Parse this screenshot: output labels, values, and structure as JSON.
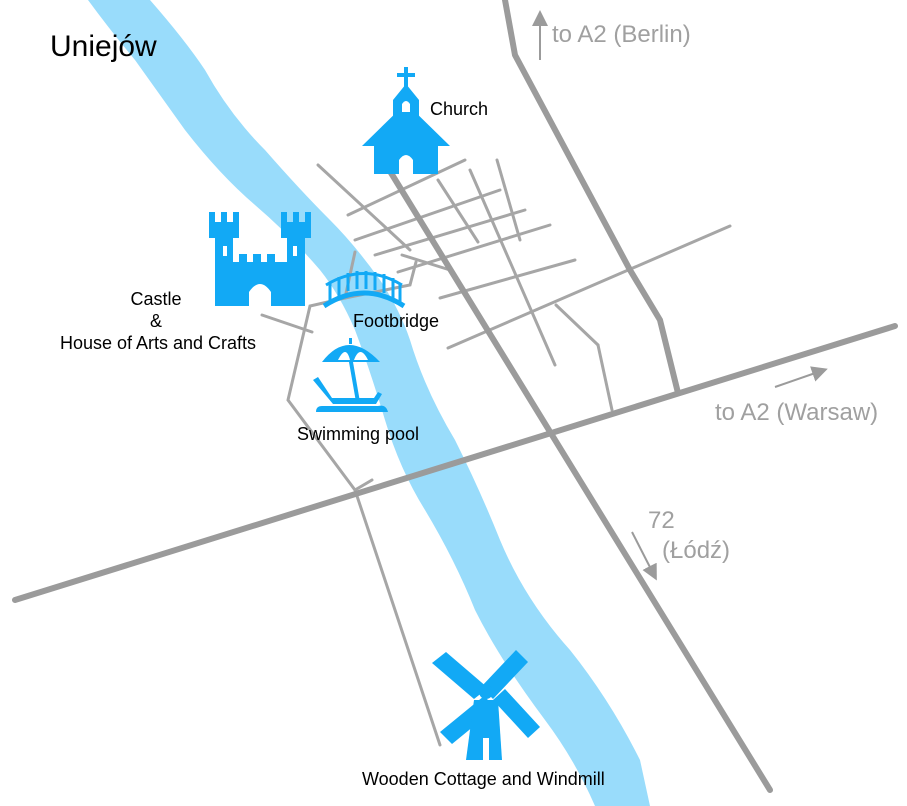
{
  "title": "Uniejów",
  "colors": {
    "river": "#99dcfb",
    "icon": "#12a9f5",
    "road": "#9b9b9b",
    "street": "#a6a6a6",
    "label": "#000000",
    "direction_label": "#a0a0a0"
  },
  "places": {
    "church": {
      "label": "Church",
      "icon": "church-icon"
    },
    "castle": {
      "label_line1": "Castle",
      "label_line2": "&",
      "label_line3": "House of Arts and Crafts",
      "icon": "castle-icon"
    },
    "footbridge": {
      "label": "Footbridge",
      "icon": "footbridge-icon"
    },
    "pool": {
      "label": "Swimming pool",
      "icon": "beach-umbrella-icon"
    },
    "windmill": {
      "label": "Wooden Cottage and Windmill",
      "icon": "windmill-icon"
    }
  },
  "directions": {
    "berlin": "to A2 (Berlin)",
    "warsaw": "to A2 (Warsaw)",
    "lodz_number": "72",
    "lodz_city": "(Łódź)"
  }
}
